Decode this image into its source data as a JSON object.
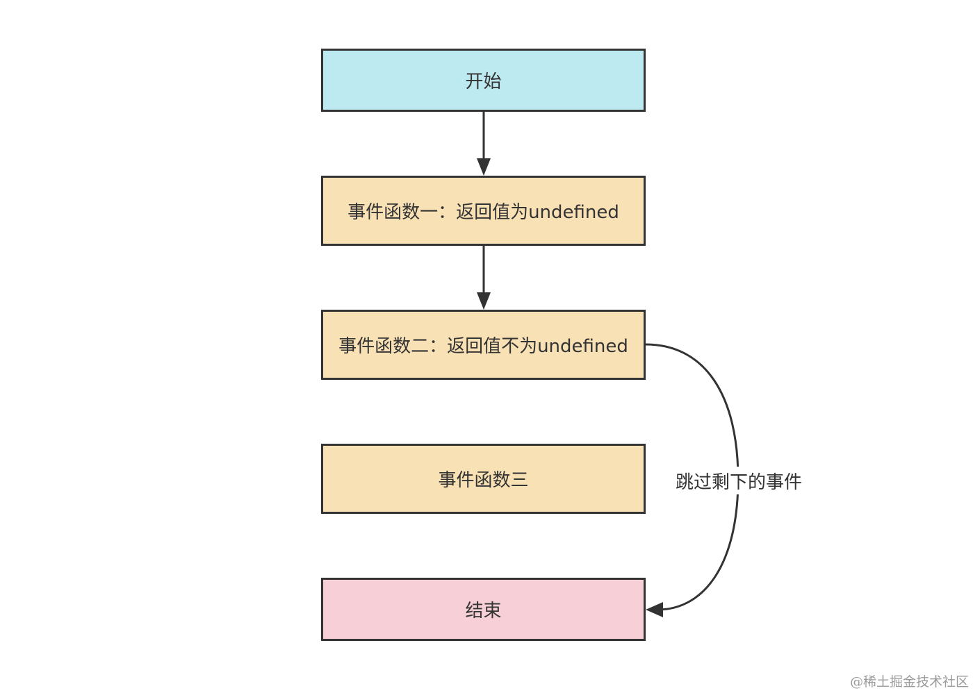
{
  "colors": {
    "start_fill": "#bde9f0",
    "function_fill": "#f9e1b6",
    "end_fill": "#f6d0d6",
    "stroke": "#333333"
  },
  "nodes": {
    "start": "开始",
    "func1": "事件函数一：返回值为undefined",
    "func2": "事件函数二：返回值不为undefined",
    "func3": "事件函数三",
    "end": "结束"
  },
  "edges": {
    "skip_label": "跳过剩下的事件"
  },
  "watermark": "@稀土掘金技术社区"
}
